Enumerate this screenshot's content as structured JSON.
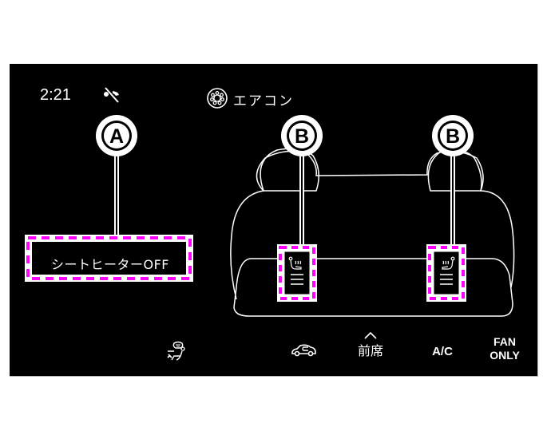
{
  "status_bar": {
    "time": "2:21",
    "mute_icon": "phone-muted-icon"
  },
  "header": {
    "icon": "climate-icon",
    "title": "エアコン"
  },
  "callouts": {
    "a": "A",
    "b_left": "B",
    "b_right": "B"
  },
  "seat_heater": {
    "status_label": "シートヒーターOFF",
    "left_seat_button": "seat-heater-left",
    "right_seat_button": "seat-heater-right"
  },
  "bottom_bar": {
    "front_defrost_icon": "front-defroster-icon",
    "recirc_icon": "car-recirculation-icon",
    "front_seat_label": "前席",
    "ac_label": "A/C",
    "fan_only_line1": "FAN",
    "fan_only_line2": "ONLY"
  },
  "colors": {
    "background": "#000000",
    "foreground": "#ffffff",
    "highlight": "#ff00ff"
  }
}
